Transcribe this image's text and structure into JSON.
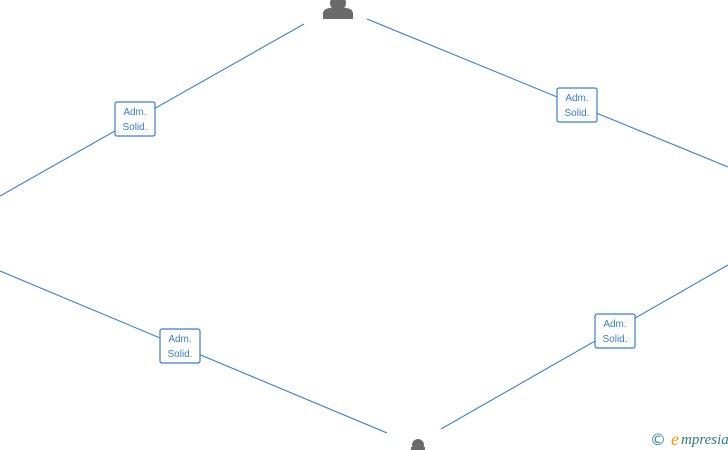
{
  "diagram": {
    "edges": [
      {
        "id": "edge-top-left",
        "label_line1": "Adm.",
        "label_line2": "Solid."
      },
      {
        "id": "edge-top-right",
        "label_line1": "Adm.",
        "label_line2": "Solid."
      },
      {
        "id": "edge-bottom-left",
        "label_line1": "Adm.",
        "label_line2": "Solid."
      },
      {
        "id": "edge-bottom-right",
        "label_line1": "Adm.",
        "label_line2": "Solid."
      }
    ],
    "nodes": [
      {
        "id": "top-person",
        "icon": "person-icon"
      },
      {
        "id": "bottom-person",
        "icon": "person-icon"
      }
    ],
    "colors": {
      "edge": "#3a7fd0",
      "person": "#6a6a6a"
    }
  },
  "watermark": {
    "copyright_symbol": "©",
    "brand_initial": "e",
    "brand_rest": "mpresia"
  }
}
